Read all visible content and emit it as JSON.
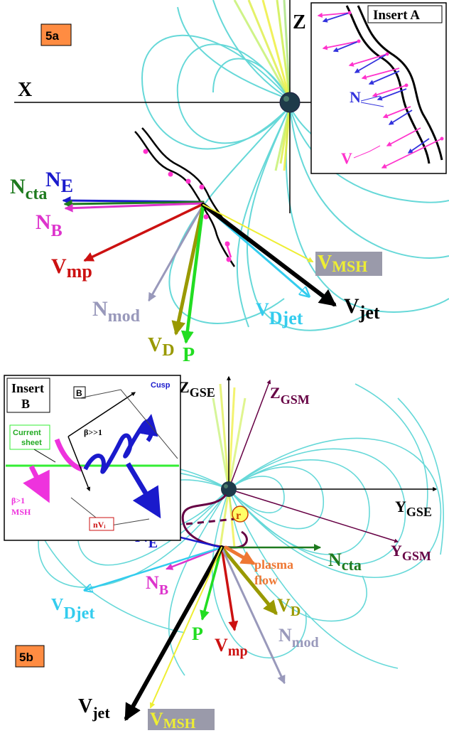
{
  "panel_a": {
    "tag": "5a",
    "axis_x": "X",
    "axis_z": "Z",
    "insert_title": "Insert A",
    "insert_N": "N",
    "insert_V": "V",
    "labels": {
      "N_E": [
        "N",
        "E"
      ],
      "N_cta": [
        "N",
        "cta"
      ],
      "N_B": [
        "N",
        "B"
      ],
      "V_mp": [
        "V",
        "mp"
      ],
      "N_mod": [
        "N",
        "mod"
      ],
      "V_D": [
        "V",
        "D"
      ],
      "P": "P",
      "V_Djet": [
        "V",
        "Djet"
      ],
      "V_jet": [
        "V",
        "jet"
      ],
      "V_MSH": [
        "V",
        "MSH"
      ]
    }
  },
  "panel_b": {
    "tag": "5b",
    "insert_title": [
      "Insert",
      "B"
    ],
    "insert_B": "B",
    "insert_cusp": "Cusp",
    "insert_beta_big": "β>>1",
    "insert_current_sheet": [
      "Current",
      "sheet"
    ],
    "insert_beta_msh": [
      "β>1",
      "MSH"
    ],
    "insert_nvi": "nVᵢ",
    "axes": {
      "Z_GSE": [
        "Z",
        "GSE"
      ],
      "Z_GSM": [
        "Z",
        "GSM"
      ],
      "Y_GSE": [
        "Y",
        "GSE"
      ],
      "Y_GSM": [
        "Y",
        "GSM"
      ]
    },
    "r_label": "r",
    "plasma_flow": [
      "plasma",
      "flow"
    ],
    "labels": {
      "N_E": [
        "N",
        "E"
      ],
      "N_cta": [
        "N",
        "cta"
      ],
      "N_B": [
        "N",
        "B"
      ],
      "V_Djet": [
        "V",
        "Djet"
      ],
      "P": "P",
      "V_mp": [
        "V",
        "mp"
      ],
      "V_D": [
        "V",
        "D"
      ],
      "N_mod": [
        "N",
        "mod"
      ],
      "V_jet": [
        "V",
        "jet"
      ],
      "V_MSH": [
        "V",
        "MSH"
      ]
    }
  },
  "colors": {
    "N_E": "#1a1acc",
    "N_cta": "#1e7a1e",
    "N_B": "#dd33cc",
    "V_mp": "#cc1111",
    "N_mod": "#9999bb",
    "V_D": "#999900",
    "P": "#22dd22",
    "V_Djet": "#33ccee",
    "V_jet": "#000000",
    "V_MSH": "#eeee33",
    "plasma_flow": "#ee7733",
    "gsm": "#660044",
    "field": "#33cccc",
    "tag_bg": "#ff8c42"
  }
}
